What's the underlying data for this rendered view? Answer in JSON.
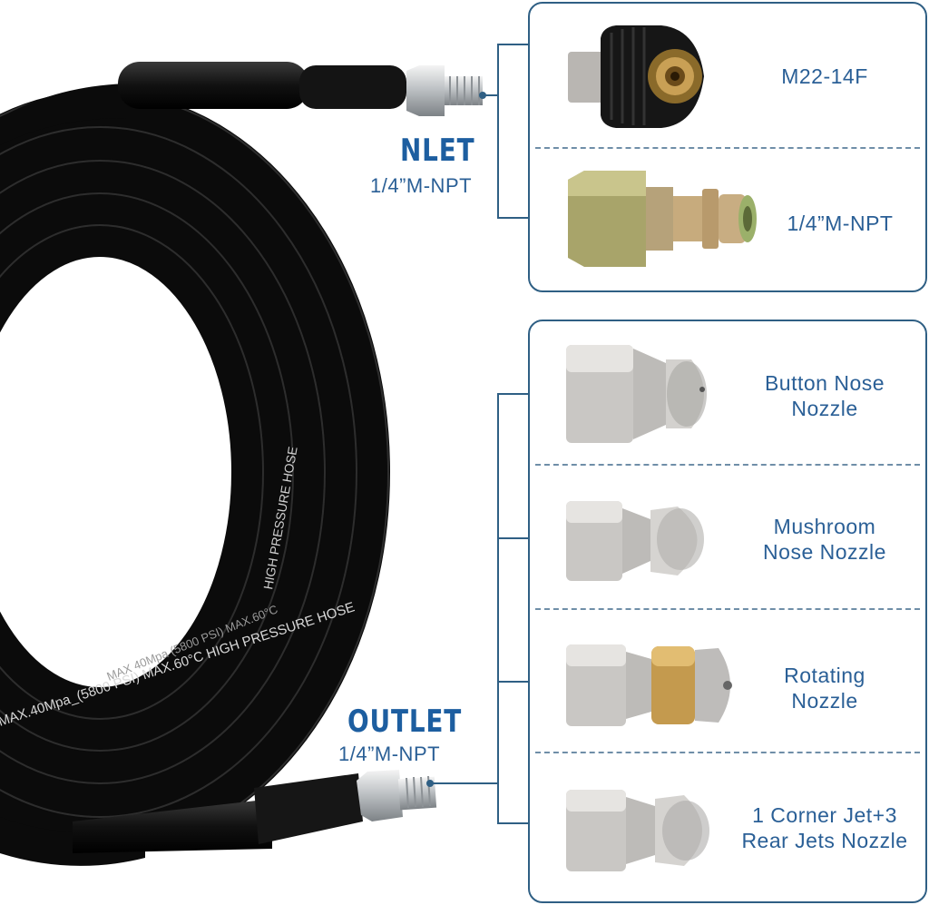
{
  "inlet": {
    "title": "NLET",
    "spec": "1/4”M-NPT"
  },
  "outlet": {
    "title": "OUTLET",
    "spec": "1/4”M-NPT"
  },
  "hose_print": {
    "line1": "MAX.40Mpa_(5800 PSI)  MAX.60°C  HIGH PRESSURE HOSE",
    "line2": "HIGH PRESSURE HOSE",
    "line3": "MAX 40Mpa (5800 PSI)  MAX.60°C"
  },
  "inlet_parts": [
    {
      "name": "M22-14F",
      "icon": "m22-coupler-icon"
    },
    {
      "name": "1/4”M-NPT",
      "icon": "quick-connect-plug-icon"
    }
  ],
  "nozzles": [
    {
      "line1": "Button Nose",
      "line2": "Nozzle",
      "icon": "button-nose-nozzle-icon"
    },
    {
      "line1": "Mushroom",
      "line2": "Nose Nozzle",
      "icon": "mushroom-nozzle-icon"
    },
    {
      "line1": "Rotating",
      "line2": "Nozzle",
      "icon": "rotating-nozzle-icon"
    },
    {
      "line1": "1 Corner Jet+3",
      "line2": "Rear Jets Nozzle",
      "icon": "corner-jet-nozzle-icon"
    }
  ],
  "colors": {
    "accent": "#1d5ea0",
    "frame": "#2f5f84",
    "hose": "#0d0d0d"
  }
}
